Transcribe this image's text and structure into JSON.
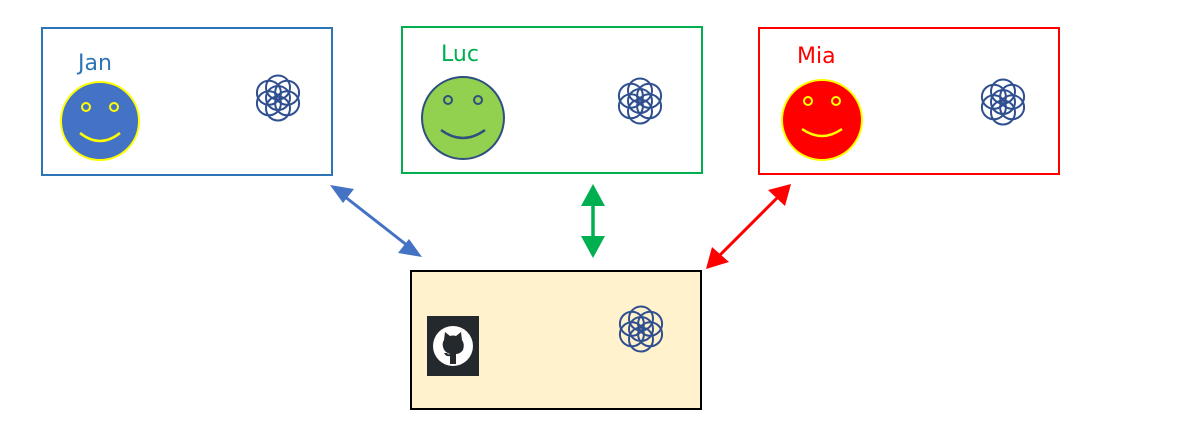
{
  "users": [
    {
      "id": "jan",
      "name": "Jan",
      "name_color": "#2e75b6",
      "border_color": "#2e75b6",
      "face_fill": "#4472c4",
      "face_stroke": "#ffff00",
      "feature_color": "#ffff00",
      "arrow_color": "#4472c4"
    },
    {
      "id": "luc",
      "name": "Luc",
      "name_color": "#00b050",
      "border_color": "#00b050",
      "face_fill": "#92d050",
      "face_stroke": "#2f4f7f",
      "feature_color": "#2f4f7f",
      "arrow_color": "#00b050"
    },
    {
      "id": "mia",
      "name": "Mia",
      "name_color": "#ff0000",
      "border_color": "#ff0000",
      "face_fill": "#ff0000",
      "face_stroke": "#ffff00",
      "feature_color": "#ffff00",
      "arrow_color": "#ff0000"
    }
  ],
  "repository": {
    "background": "#fff2cc",
    "border_color": "#000000",
    "logo_icon": "github-icon"
  },
  "flower_icon": "seed-of-life-icon",
  "flower_color": "#2f4f8f"
}
